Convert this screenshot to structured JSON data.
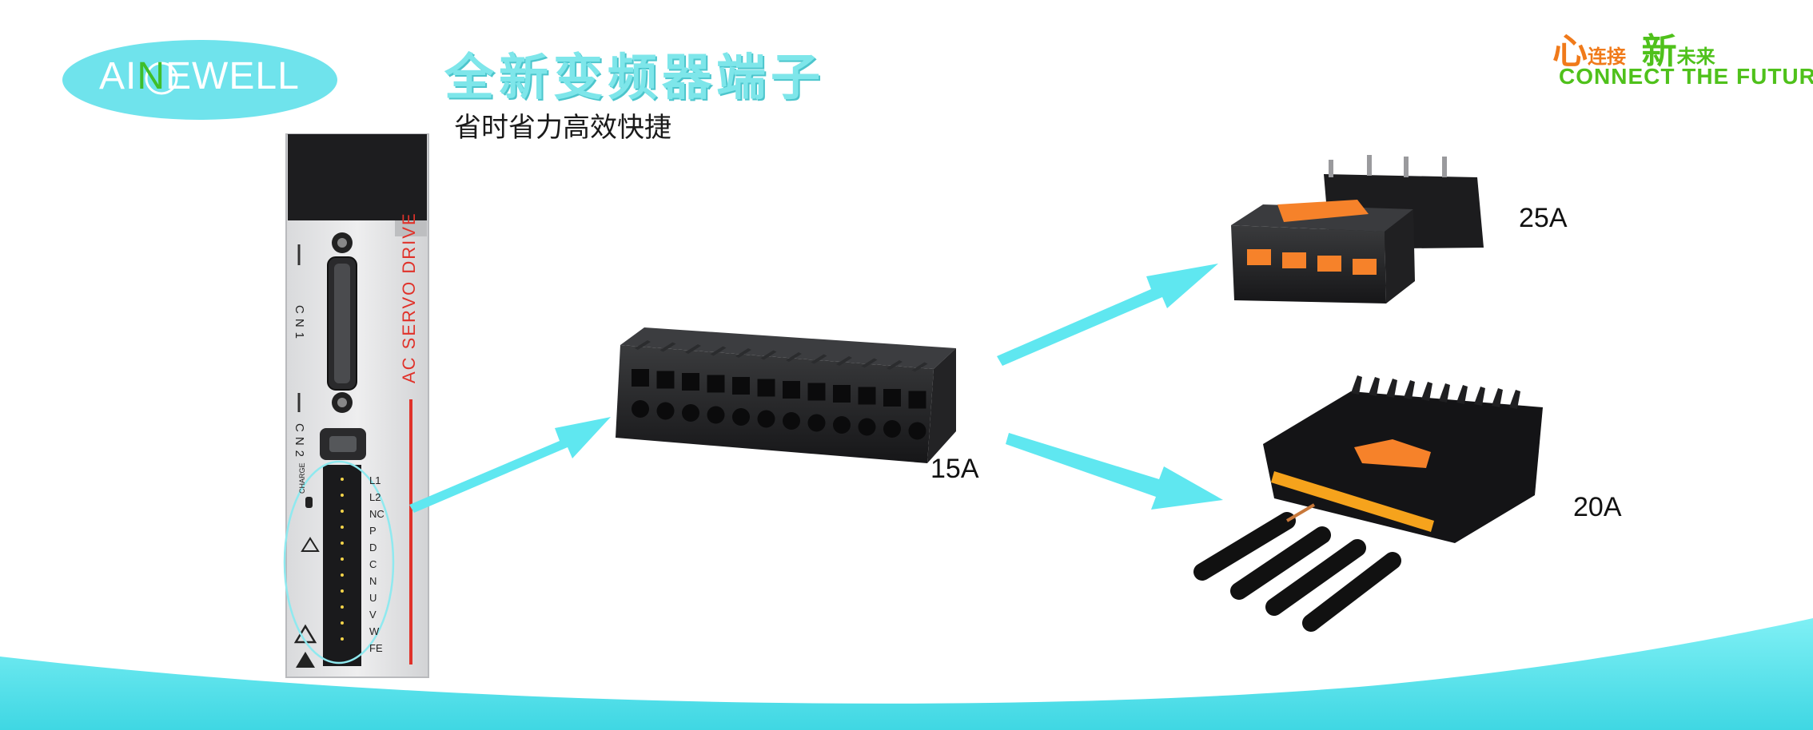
{
  "logo": {
    "prefix": "AI",
    "letter": "N",
    "suffix": "EWELL"
  },
  "slogan": {
    "char1": "心",
    "word1": "连接",
    "char2": "新",
    "word2": "未来",
    "english": "CONNECT THE FUTURE"
  },
  "title": "全新变频器端子",
  "subtitle": "省时省力高效快捷",
  "drive": {
    "label": "AC SERVO DRIVE",
    "cn1": "CN1",
    "cn2": "CN2",
    "charge": "CHARGE",
    "terminals": [
      "L1",
      "L2",
      "NC",
      "P",
      "D",
      "C",
      "N",
      "U",
      "V",
      "W",
      "FE"
    ]
  },
  "products": {
    "connector_15a": "15A",
    "connector_25a": "25A",
    "connector_20a": "20A"
  },
  "colors": {
    "accent": "#5fe7f0",
    "title": "#7ee6ea",
    "logo_oval": "#6fe3ec",
    "slogan_orange": "#f07a1a",
    "slogan_green": "#4fc11b",
    "drive_red": "#e0322a",
    "latch_orange": "#f6822a"
  }
}
